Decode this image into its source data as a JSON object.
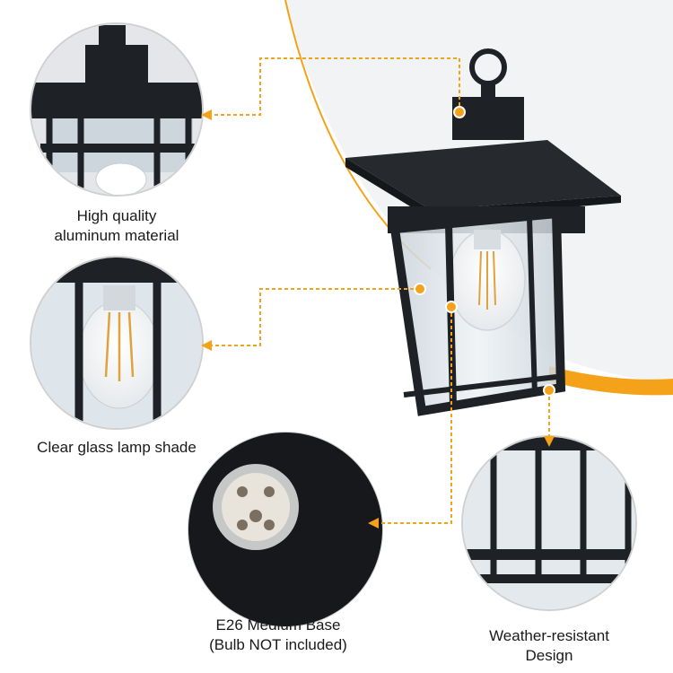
{
  "colors": {
    "accent": "#f5a21b",
    "lamp_frame": "#1e2226",
    "background_swoosh": "#f2f3f5",
    "glass": "#d9e2e8",
    "bulb_filament": "#e0a23a"
  },
  "features": [
    {
      "lines": [
        "High quality",
        "aluminum material"
      ]
    },
    {
      "lines": [
        "Clear glass lamp shade"
      ]
    },
    {
      "lines": [
        "E26 Medium Base",
        "(Bulb NOT included)"
      ]
    },
    {
      "lines": [
        "Weather-resistant",
        "Design"
      ]
    }
  ]
}
